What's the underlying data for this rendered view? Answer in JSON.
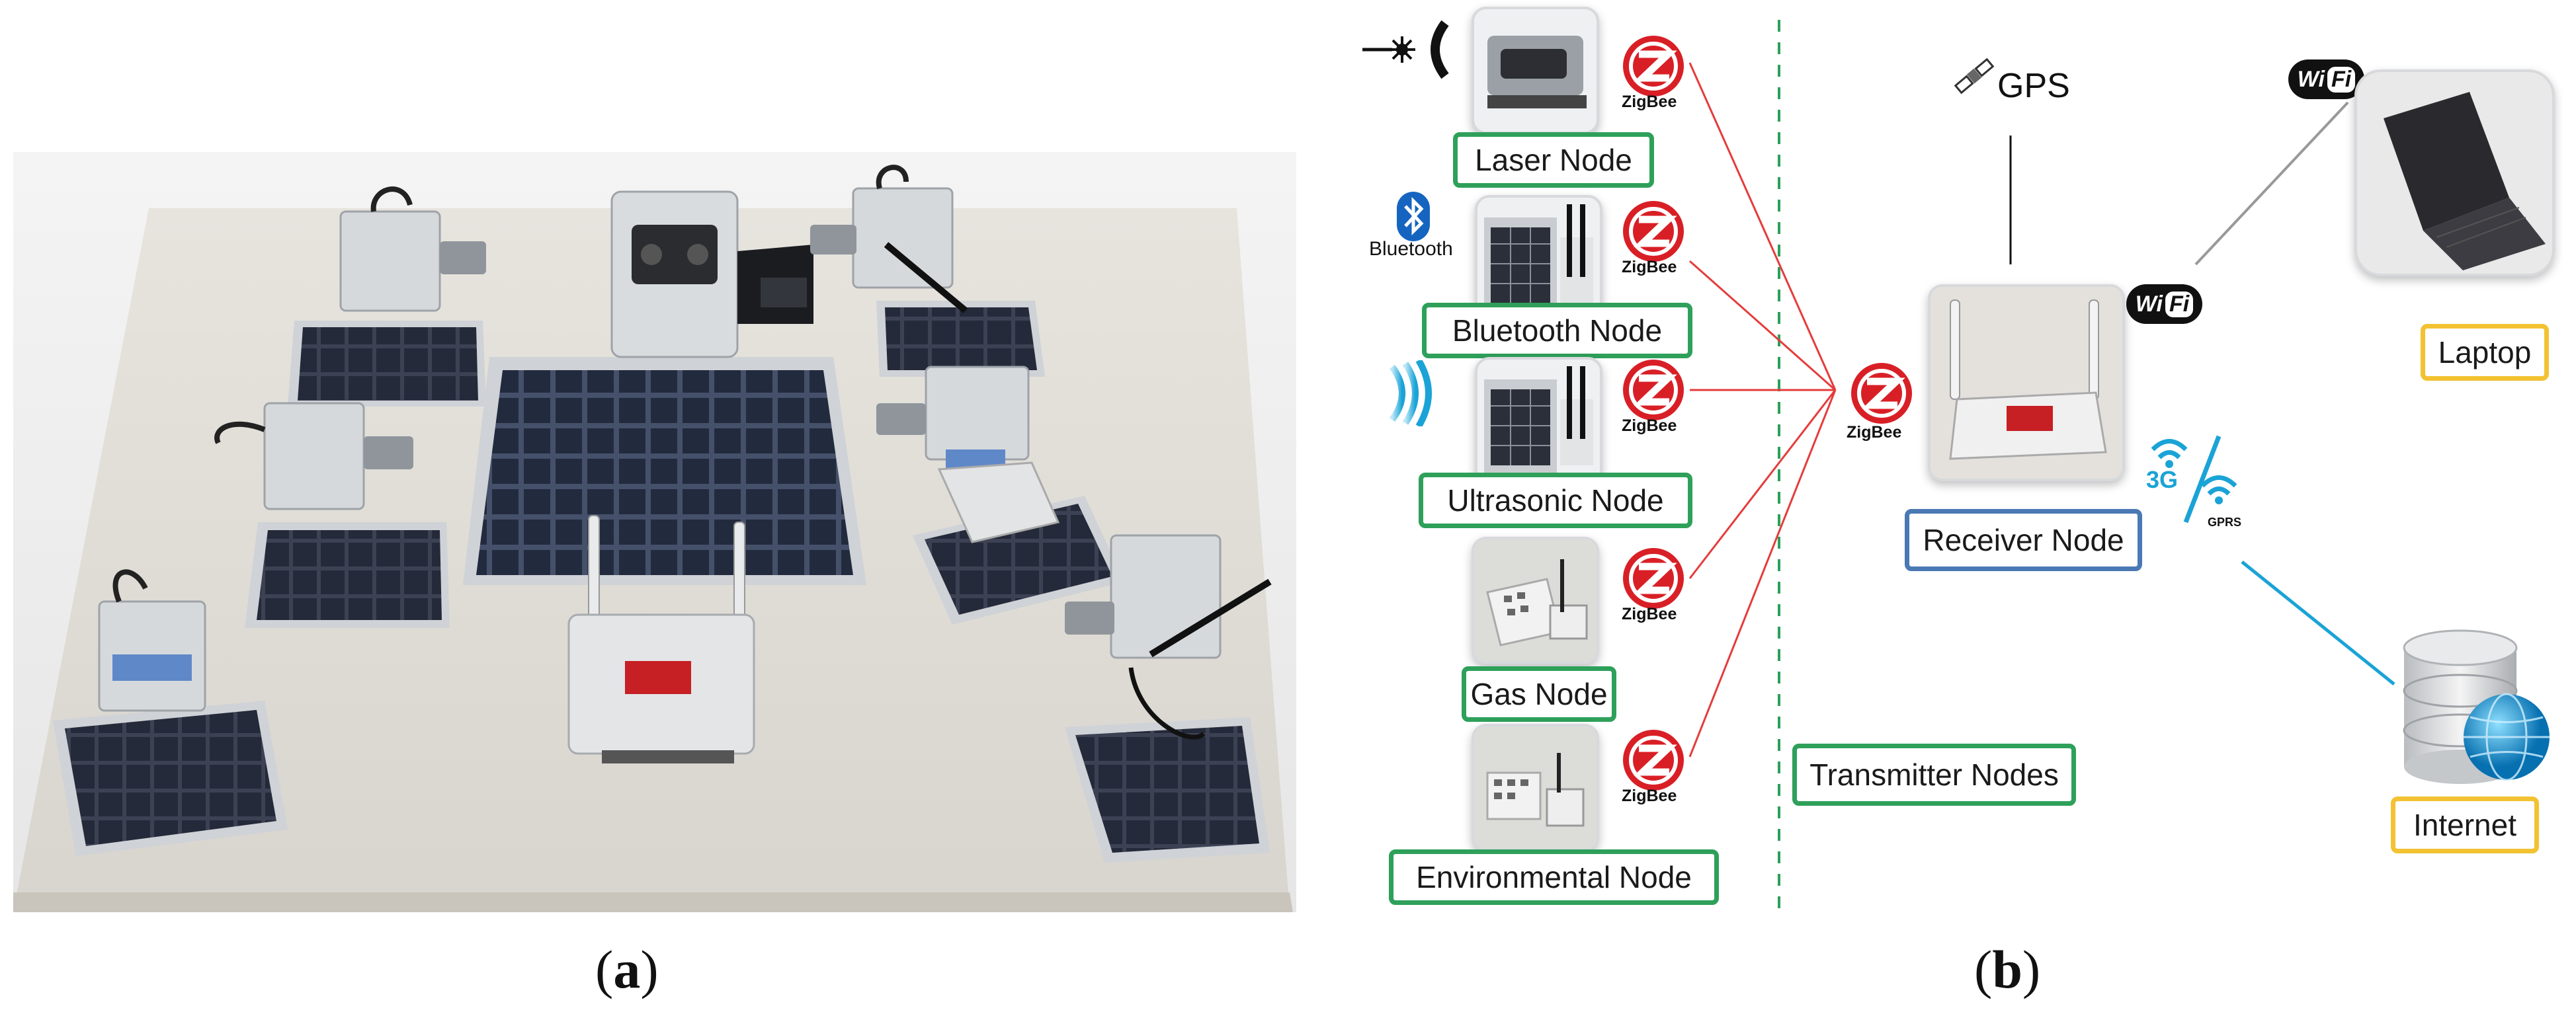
{
  "captions": {
    "a_open": "(",
    "a_letter": "a",
    "a_close": ")",
    "b_open": "(",
    "b_letter": "b",
    "b_close": ")"
  },
  "nodes": {
    "laser": "Laser Node",
    "bluetooth": "Bluetooth Node",
    "ultrasonic": "Ultrasonic Node",
    "gas": "Gas Node",
    "environmental": "Environmental Node",
    "receiver": "Receiver Node",
    "laptop": "Laptop",
    "internet": "Internet"
  },
  "transmitter_label": "Transmitter Nodes",
  "protocol_labels": {
    "zigbee": "ZigBee",
    "bluetooth": "Bluetooth",
    "gps": "GPS",
    "wifi": "Wi Fi",
    "wifi_w": "Wi",
    "wifi_fi": "Fi",
    "three_g": "3G",
    "gprs": "GPRS"
  },
  "colors": {
    "node_border": "#2ea05a",
    "receiver_border": "#4a79b4",
    "laptop_border": "#f2c232",
    "zigbee_red": "#d91f26",
    "link_red": "#e53c3c",
    "wireless_blue": "#1aa3d6"
  },
  "icons": [
    "camera-photo",
    "zigbee-icon",
    "laser-icon",
    "bluetooth-icon",
    "ultrasound-icon",
    "satellite-icon",
    "wifi-icon",
    "3g-icon",
    "gprs-icon",
    "laptop-icon",
    "database-globe-icon"
  ]
}
